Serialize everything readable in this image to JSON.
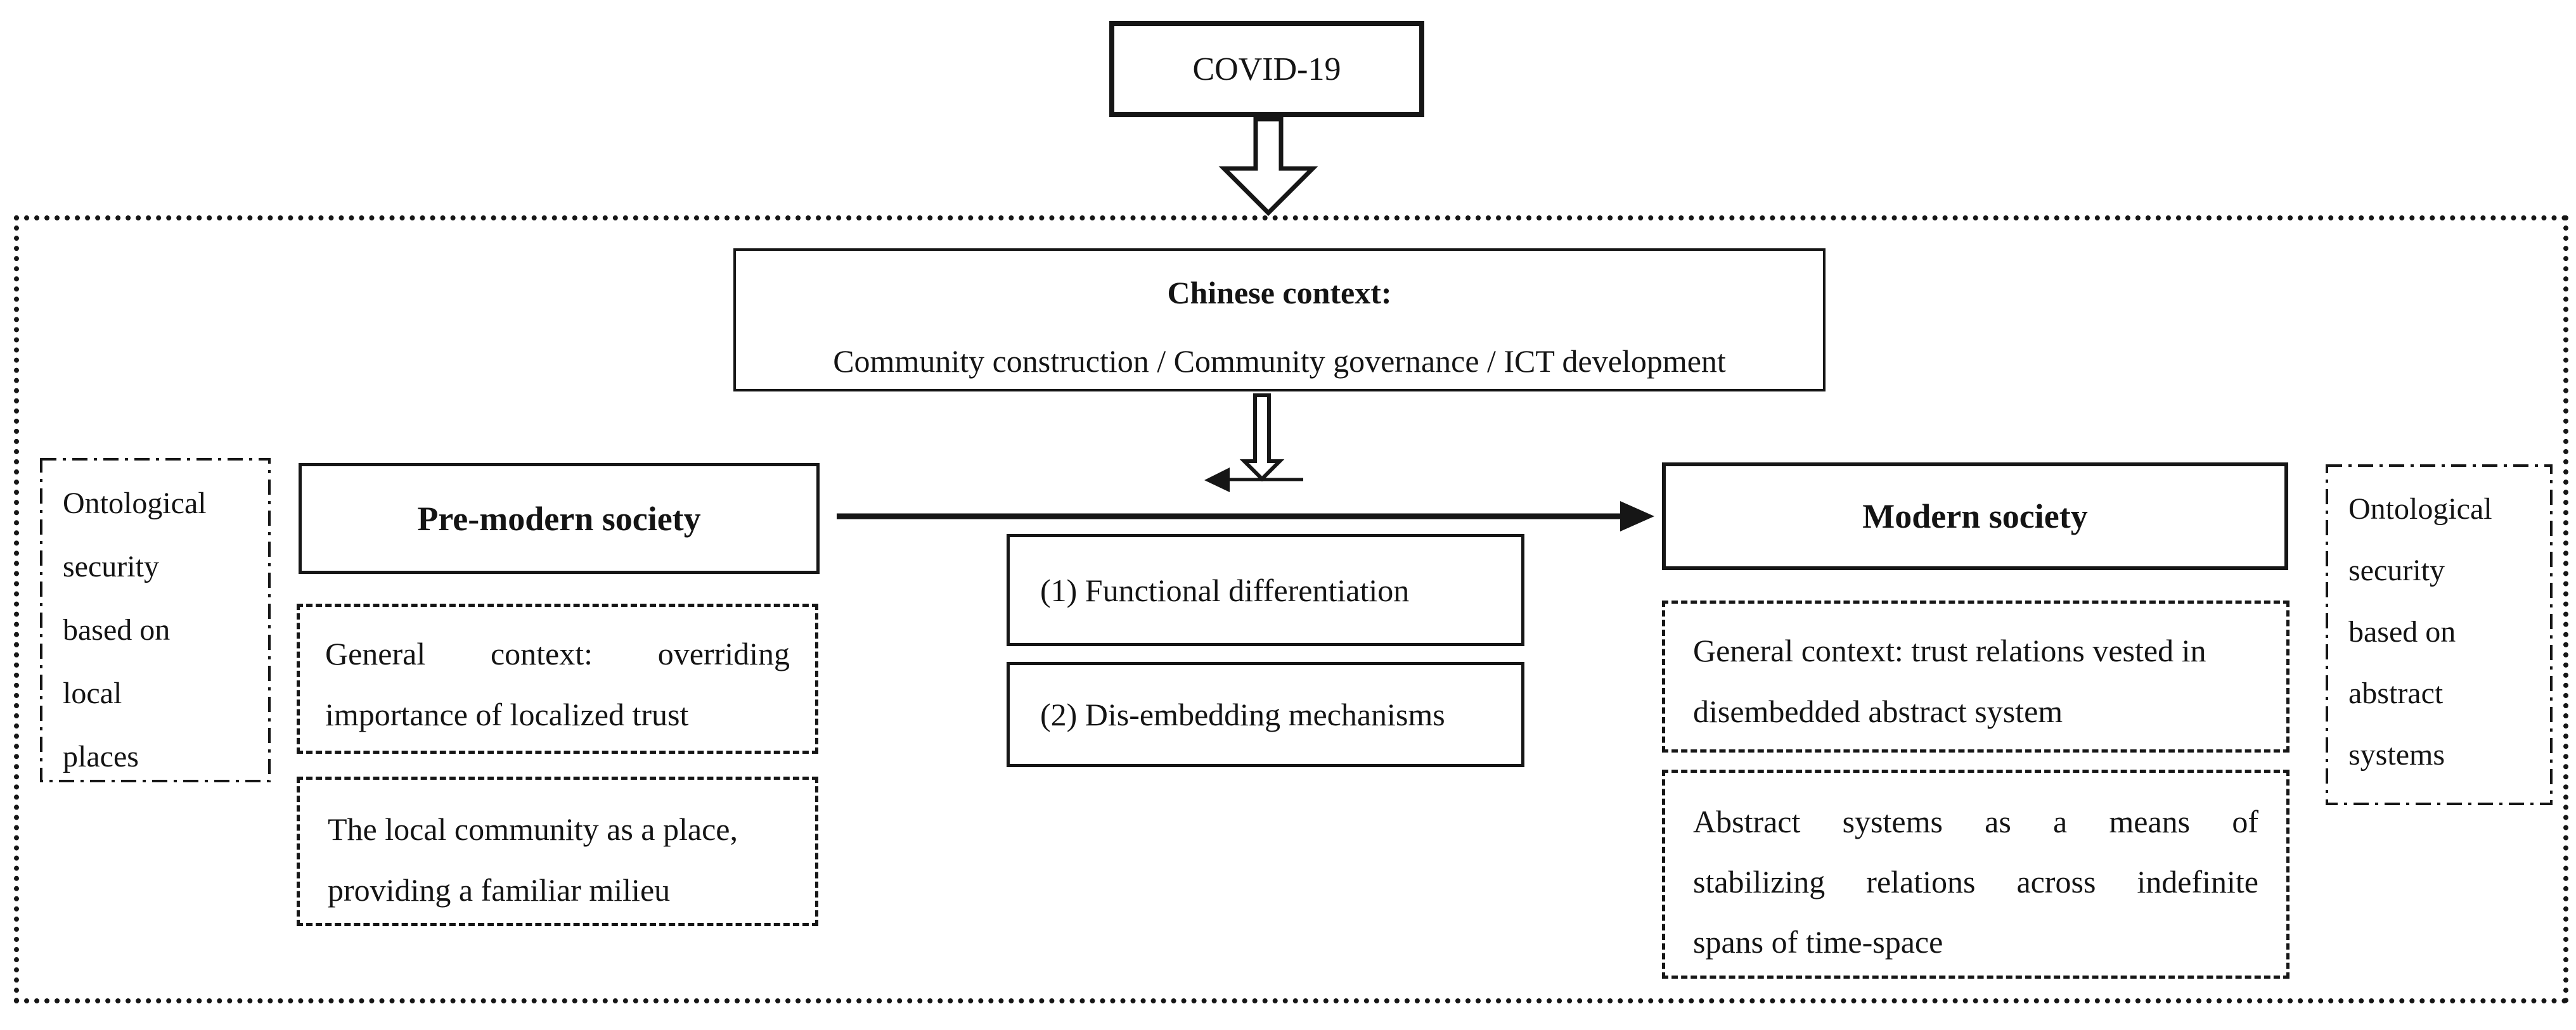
{
  "figure": {
    "top_box": {
      "label": "COVID-19"
    },
    "context_box": {
      "title": "Chinese context:",
      "items": "Community construction / Community governance / ICT development"
    },
    "left_note": {
      "lines": [
        "Ontological",
        "security",
        "based on",
        "local",
        "places"
      ]
    },
    "premodern": {
      "title": "Pre-modern society",
      "general_context": [
        "General context: overriding",
        "importance of localized trust"
      ],
      "community": [
        "The local community as a place,",
        "providing a familiar milieu"
      ]
    },
    "mechanisms": {
      "item1": "(1) Functional differentiation",
      "item2": "(2) Dis-embedding mechanisms"
    },
    "modern": {
      "title": "Modern society",
      "general_context": [
        "General context: trust relations vested in",
        "disembedded abstract system"
      ],
      "abstract_systems": [
        "Abstract systems as a means of",
        "stabilizing relations across indefinite",
        "spans of time-space"
      ]
    },
    "right_note": {
      "lines": [
        "Ontological",
        "security",
        "based on",
        "abstract",
        "systems"
      ]
    },
    "arrows": {
      "covid_to_context": "hollow-down-arrow",
      "context_to_timeline": "hollow-down-arrow-with-left-tick",
      "timeline_back_reference": "small-solid-left-arrow",
      "premodern_to_modern": "solid-right-arrow"
    },
    "colors": {
      "ink": "#141414",
      "background": "#ffffff"
    }
  }
}
